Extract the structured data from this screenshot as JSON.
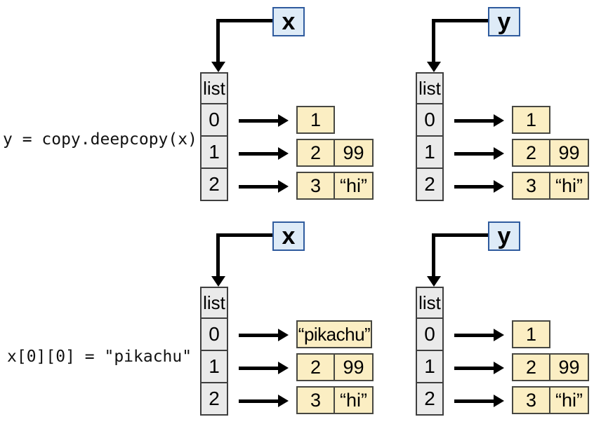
{
  "colors": {
    "var_box_fill": "#DEEBF7",
    "var_box_border": "#2F5B9E",
    "list_fill": "#EAEAEA",
    "list_border": "#3F3F3F",
    "value_fill": "#FBEEC3",
    "value_border": "#474741",
    "line": "#000000"
  },
  "code_lines": [
    {
      "text": "y = copy.deepcopy(x)"
    },
    {
      "text": "x[0][0] = \"pikachu\""
    }
  ],
  "panels": [
    {
      "id": "top-x",
      "var_label": "x",
      "list_header": "list",
      "indices": [
        "0",
        "1",
        "2"
      ],
      "rows": [
        {
          "cells": [
            "1"
          ]
        },
        {
          "cells": [
            "2",
            "99"
          ]
        },
        {
          "cells": [
            "3",
            "“hi”"
          ]
        }
      ]
    },
    {
      "id": "top-y",
      "var_label": "y",
      "list_header": "list",
      "indices": [
        "0",
        "1",
        "2"
      ],
      "rows": [
        {
          "cells": [
            "1"
          ]
        },
        {
          "cells": [
            "2",
            "99"
          ]
        },
        {
          "cells": [
            "3",
            "“hi”"
          ]
        }
      ]
    },
    {
      "id": "bottom-x",
      "var_label": "x",
      "list_header": "list",
      "indices": [
        "0",
        "1",
        "2"
      ],
      "rows": [
        {
          "cells": [
            "“pikachu”"
          ]
        },
        {
          "cells": [
            "2",
            "99"
          ]
        },
        {
          "cells": [
            "3",
            "“hi”"
          ]
        }
      ]
    },
    {
      "id": "bottom-y",
      "var_label": "y",
      "list_header": "list",
      "indices": [
        "0",
        "1",
        "2"
      ],
      "rows": [
        {
          "cells": [
            "1"
          ]
        },
        {
          "cells": [
            "2",
            "99"
          ]
        },
        {
          "cells": [
            "3",
            "“hi”"
          ]
        }
      ]
    }
  ]
}
